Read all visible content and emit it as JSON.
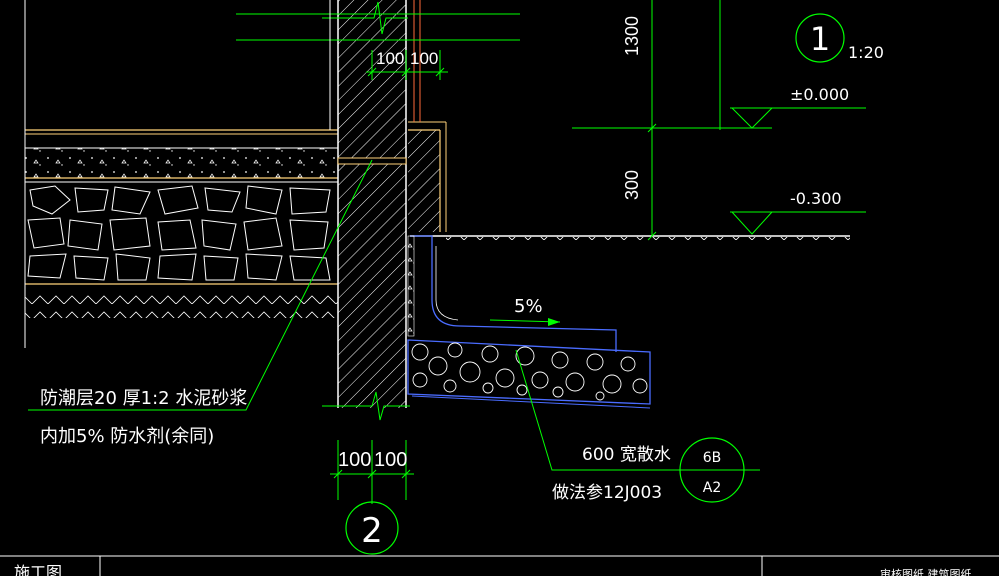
{
  "drawing": {
    "colors": {
      "background": "#000000",
      "dimension": "#00ff00",
      "wall_hatch": "#ffffff",
      "finish_line": "#ffd27a",
      "waterproof": "#4a6cff",
      "text": "#ffffff",
      "leader": "#00ff00"
    },
    "detail_marker": {
      "number": "1",
      "scale": "1:20"
    },
    "section_marker": {
      "number": "2"
    },
    "levels": {
      "zero": "±0.000",
      "minus": "-0.300"
    },
    "dimensions": {
      "top_left": "100",
      "top_right": "100",
      "bottom_left": "100",
      "bottom_right": "100",
      "vertical_upper": "1300",
      "vertical_lower": "300"
    },
    "slope": "5%",
    "annotation_dpc": {
      "line1": "防潮层20 厚1:2  水泥砂浆",
      "line2": "内加5% 防水剂(余同)"
    },
    "annotation_apron": {
      "line1": "600  宽散水",
      "line2": "做法参12J003"
    },
    "reference_bubble": {
      "top": "6B",
      "bottom": "A2"
    },
    "title_block": {
      "left_text": "施工图",
      "right_text": "审核图纸  建筑图纸"
    }
  }
}
